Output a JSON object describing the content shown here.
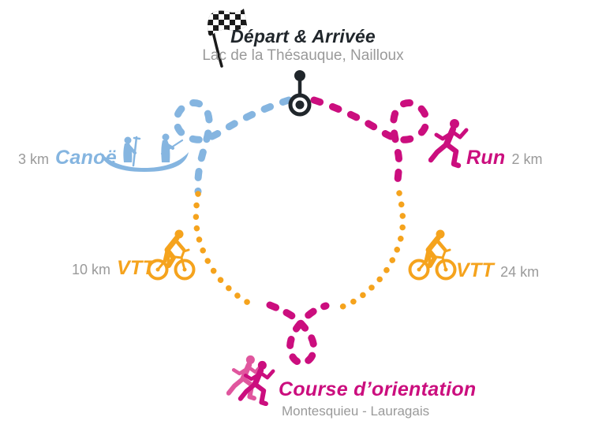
{
  "header": {
    "flag_icon": "checkered-finish-flag",
    "pin_icon": "start-location-pin",
    "title": "Départ & Arrivée",
    "location": "Lac de la Thésauque, Nailloux"
  },
  "legs": {
    "canoe": {
      "distance": "3 km",
      "name": "Canoë",
      "color": "#85B5E0",
      "style": "dashed"
    },
    "run": {
      "name": "Run",
      "distance": "2 km",
      "color": "#CB0E7E",
      "style": "dashed"
    },
    "vtt_west": {
      "distance": "10 km",
      "name": "VTT",
      "color": "#F5A31D",
      "style": "dotted"
    },
    "vtt_east": {
      "name": "VTT",
      "distance": "24 km",
      "color": "#F5A31D",
      "style": "dotted"
    },
    "orientation": {
      "name": "Course d’orientation",
      "location": "Montesquieu - Lauragais",
      "color": "#CB0E7E",
      "style": "dashed"
    }
  },
  "route": {
    "shape": "loop with start/finish pin at top",
    "segments_clockwise_from_start": [
      "run (magenta dashed, loop at north-east)",
      "vtt_east (orange dotted, east side)",
      "orientation (magenta dashed, hanging loop at south)",
      "vtt_west (orange dotted, west side)",
      "canoe (blue dashed, loop at north-west, back to pin)"
    ]
  }
}
